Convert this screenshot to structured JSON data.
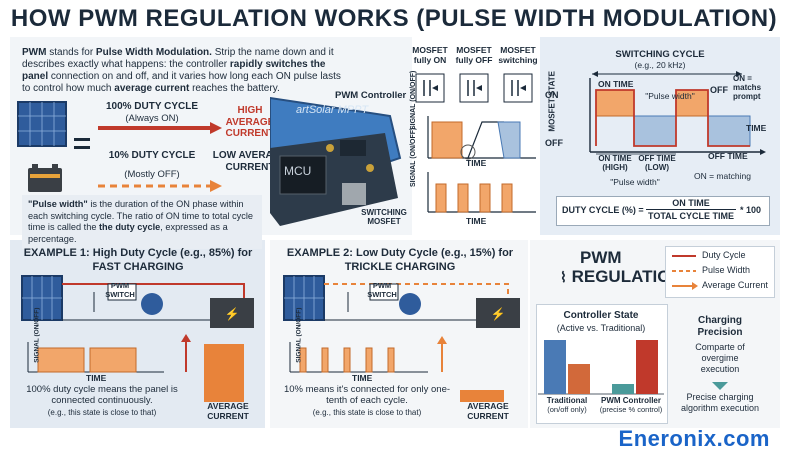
{
  "header": {
    "title": "HOW PWM REGULATION WORKS (PULSE WIDTH MODULATION)"
  },
  "intro": {
    "t1": "PWM",
    "t2": " stands for ",
    "t3": "Pulse Width Modulation.",
    "t4": " Strip the name down and it describes exactly what happens: the controller ",
    "t5": "rapidly switches the panel",
    "t6": " connection on and off, and it varies how long each ON pulse lasts to control how much ",
    "t7": "average current",
    "t8": " reaches the battery."
  },
  "duty": {
    "high_label": "100% DUTY CYCLE",
    "high_sub": "(Always ON)",
    "high_result": "HIGH AVERAGE CURRENT",
    "low_label": "10% DUTY CYCLE",
    "low_sub": "(Mostly OFF)",
    "low_result": "LOW AVERAGE CURRENT"
  },
  "note": {
    "n1": "\"Pulse width\"",
    "n2": " is the duration of the ON phase within each switching cycle. The ratio of ON time to total cycle time is called the ",
    "n3": "the duty cycle",
    "n4": ", expressed as a percentage."
  },
  "controller": {
    "label": "PWM Controller",
    "brand": "artSolar MPPT",
    "chip": "MCU",
    "mosfet": "SWITCHING MOSFET"
  },
  "mosfet_states": {
    "on": "MOSFET fully ON",
    "off": "MOSFET fully OFF",
    "switching": "MOSFET switching"
  },
  "signal": {
    "axis": "SIGNAL (ON/OFF)",
    "time": "TIME"
  },
  "cycle": {
    "title": "SWITCHING CYCLE",
    "sub": "(e.g., 20 kHz)",
    "y_axis": "MOSFET STATE",
    "on": "ON",
    "off": "OFF",
    "on_time": "ON TIME",
    "pulse_width_quote": "\"Pulse width\"",
    "time": "TIME",
    "on_matchs": "ON = matchs prompt",
    "off_time": "OFF TIME",
    "on_time_high": "ON TIME (HIGH)",
    "off_time_low": "OFF TIME (LOW)",
    "pulse_width_bottom": "\"Pulse width\"",
    "on_matching": "ON = matching",
    "formula_left": "DUTY CYCLE (%) =",
    "formula_num": "ON TIME",
    "formula_den": "TOTAL CYCLE TIME",
    "formula_right": "* 100"
  },
  "example1": {
    "title": "EXAMPLE 1: High Duty Cycle (e.g., 85%) for FAST CHARGING",
    "switch": "PWM SWITCH",
    "desc": "100% duty cycle means the panel is connected continuously.",
    "desc_small": "(e.g., this state is close to that)",
    "avg": "AVERAGE CURRENT"
  },
  "example2": {
    "title": "EXAMPLE 2: Low Duty Cycle (e.g., 15%) for TRICKLE CHARGING",
    "switch": "PWM SWITCH",
    "desc": "10% means it's connected for only one-tenth of each cycle.",
    "desc_small": "(e.g., this state is close to that)",
    "avg": "AVERAGE CURRENT"
  },
  "regulation": {
    "title1": "PWM",
    "title2": "REGULATION",
    "legend": [
      "Duty Cycle",
      "Pulse Width",
      "Average Current"
    ],
    "legend_colors": [
      "#c0392b",
      "#e67e22",
      "#e67e22"
    ]
  },
  "controller_state": {
    "title": "Controller State",
    "sub": "(Active vs. Traditional)",
    "group1": "Traditional",
    "group1_sub": "(on/off only)",
    "group2": "PWM Controller",
    "group2_sub": "(precise % control)"
  },
  "charging": {
    "title": "Charging Precision",
    "sub": "Comparte of overgime execution",
    "bottom": "Precise charging algorithm execution"
  },
  "brand": {
    "watermark": "Eneronix.com"
  },
  "colors": {
    "orange": "#e8833a",
    "dark_orange": "#d2691e",
    "red": "#c0392b",
    "blue": "#4a7ab5",
    "teal": "#4a9a9a",
    "panel_bg": "#e6edf5",
    "dark": "#1b2a3a"
  }
}
